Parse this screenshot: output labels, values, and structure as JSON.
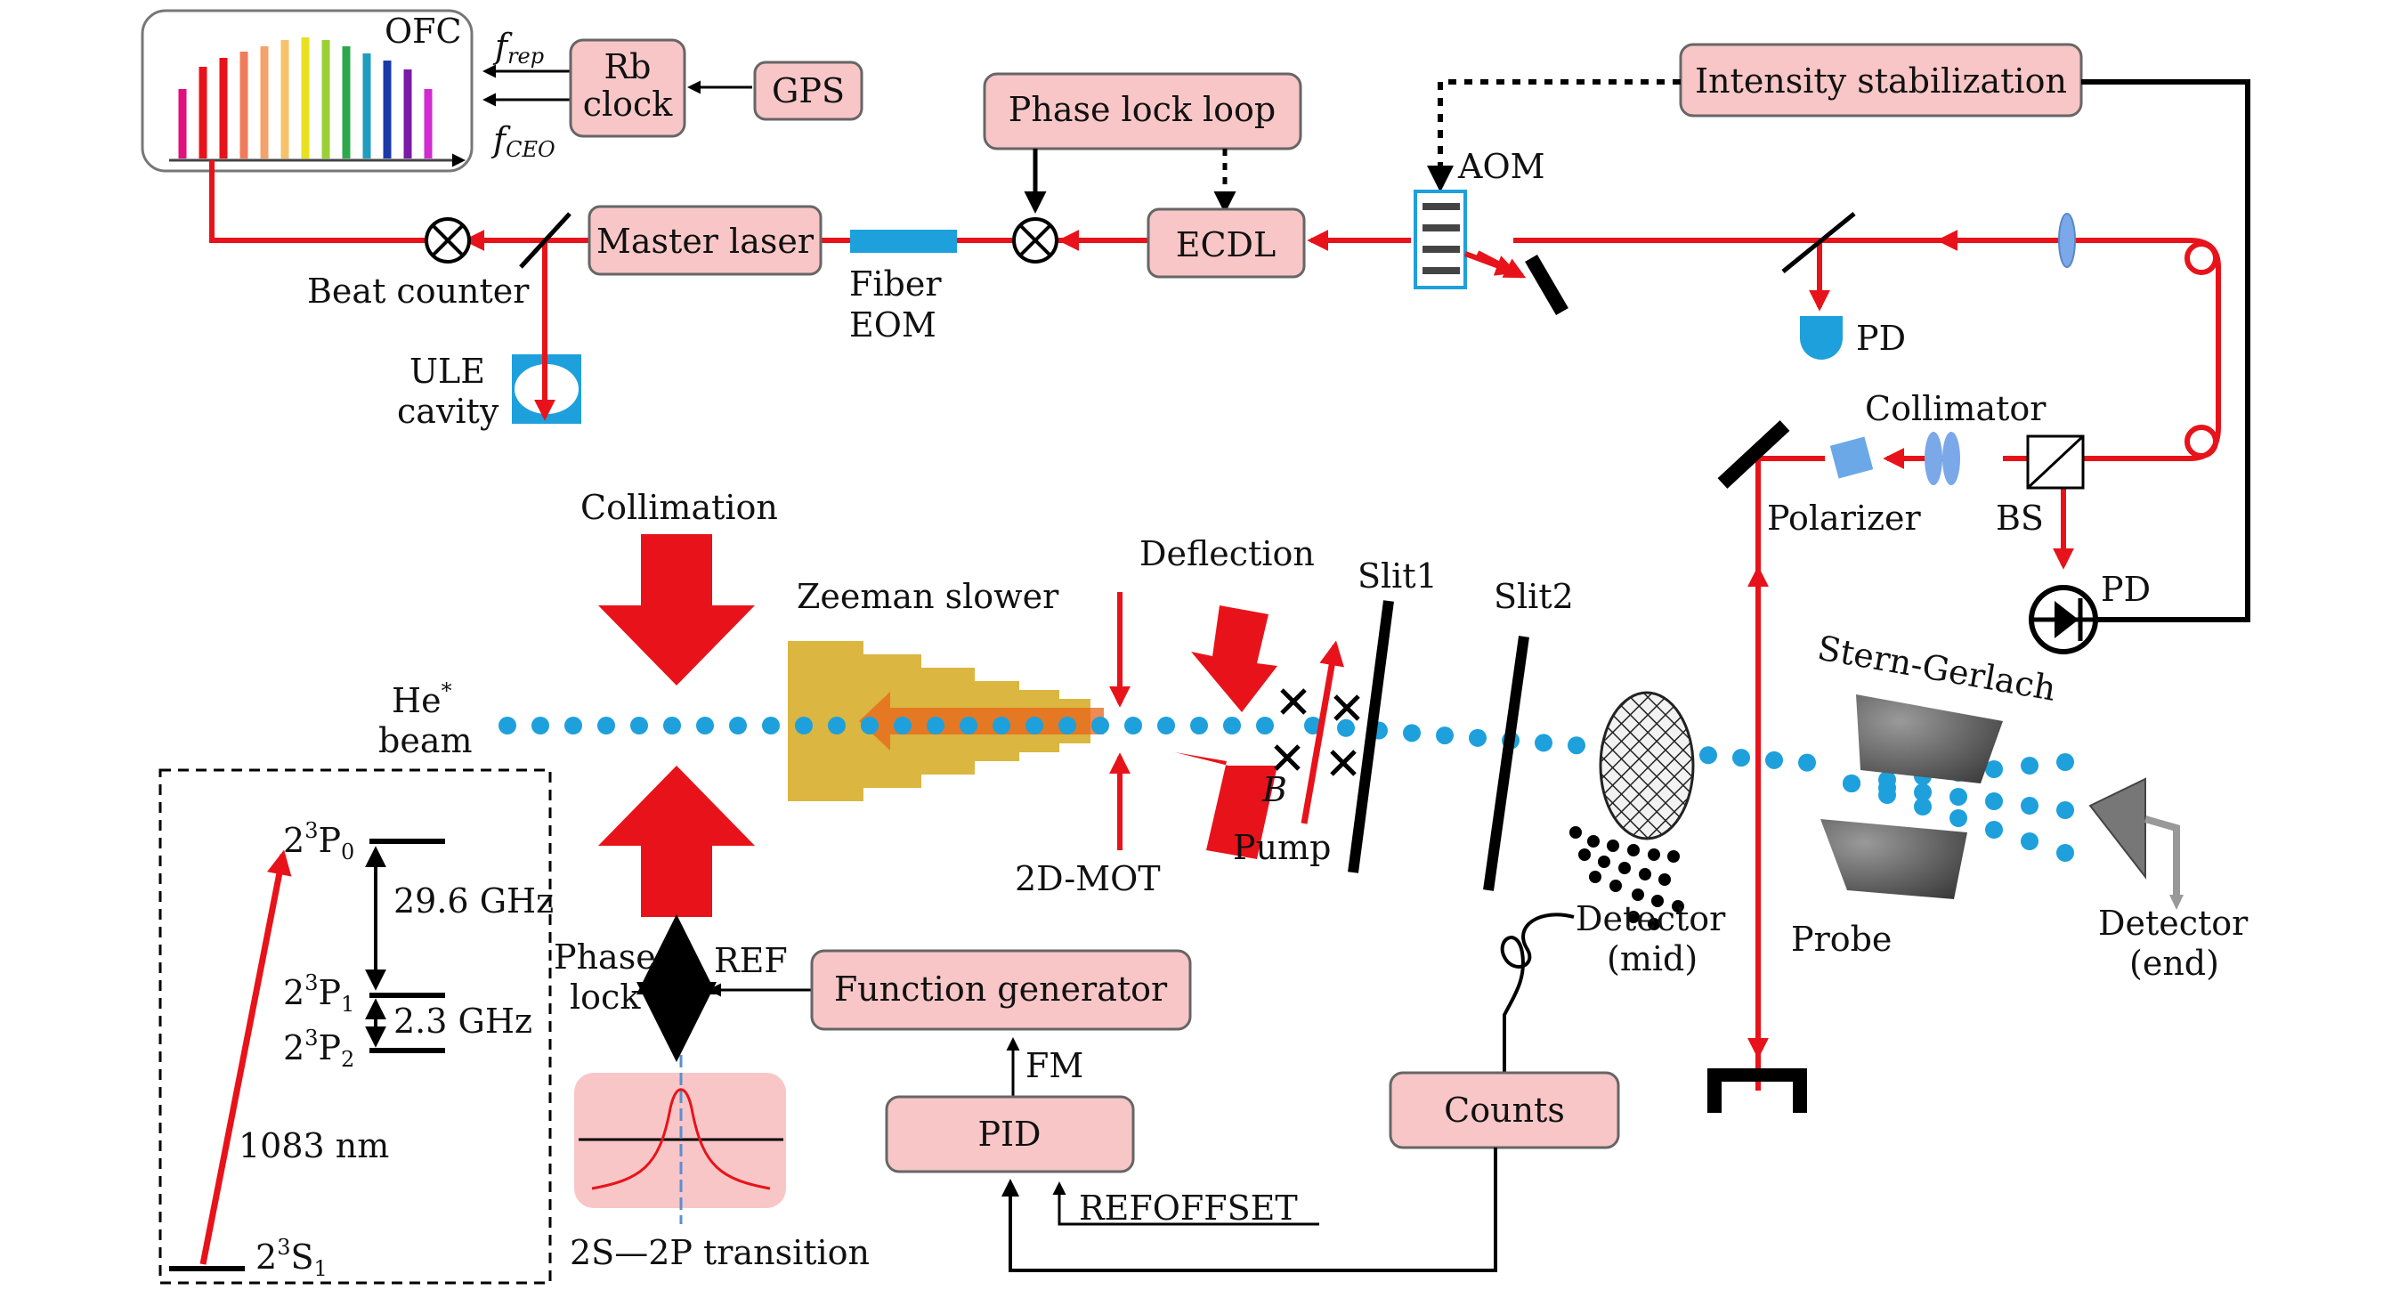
{
  "labels": {
    "ofc": "OFC",
    "f_rep": "f",
    "f_rep_sub": "rep",
    "f_ceo": "f",
    "f_ceo_sub": "CEO",
    "rb_clock_1": "Rb",
    "rb_clock_2": "clock",
    "gps": "GPS",
    "phase_lock_loop": "Phase lock loop",
    "intensity_stabilization": "Intensity stabilization",
    "aom": "AOM",
    "master_laser": "Master laser",
    "ecdl": "ECDL",
    "beat_counter": "Beat counter",
    "fiber_eom_1": "Fiber",
    "fiber_eom_2": "EOM",
    "ule_1": "ULE",
    "ule_2": "cavity",
    "pd_top": "PD",
    "collimator": "Collimator",
    "polarizer": "Polarizer",
    "bs": "BS",
    "pd_right": "PD",
    "collimation": "Collimation",
    "zeeman_slower": "Zeeman slower",
    "deflection": "Deflection",
    "slit1": "Slit1",
    "slit2": "Slit2",
    "stern_gerlach": "Stern-Gerlach",
    "he_beam_1": "He",
    "he_beam_sup": "*",
    "he_beam_2": "beam",
    "mot": "2D-MOT",
    "pump": "Pump",
    "b_field": "B",
    "detector_mid_1": "Detector",
    "detector_mid_2": "(mid)",
    "probe": "Probe",
    "detector_end_1": "Detector",
    "detector_end_2": "(end)",
    "phase_lock_1": "Phase",
    "phase_lock_2": "lock",
    "ref": "REF",
    "function_generator": "Function generator",
    "fm": "FM",
    "pid": "PID",
    "counts": "Counts",
    "refoffset": "REFOFFSET",
    "transition": "2S—2P transition"
  },
  "levels": {
    "p0_main": "2",
    "p0_sup": "3",
    "p0_term": "P",
    "p0_sub": "0",
    "p1_main": "2",
    "p1_sup": "3",
    "p1_term": "P",
    "p1_sub": "1",
    "p2_main": "2",
    "p2_sup": "3",
    "p2_term": "P",
    "p2_sub": "2",
    "s1_main": "2",
    "s1_sup": "3",
    "s1_term": "S",
    "s1_sub": "1",
    "gap_01": "29.6 GHz",
    "gap_12": "2.3 GHz",
    "wavelength": "1083 nm"
  },
  "colors": {
    "laser": "#e8131a",
    "box_fill": "#f8c6c7",
    "atom_dot": "#1ea0dc",
    "slower": "#d9b030",
    "component_blue": "#1ea0dc"
  }
}
